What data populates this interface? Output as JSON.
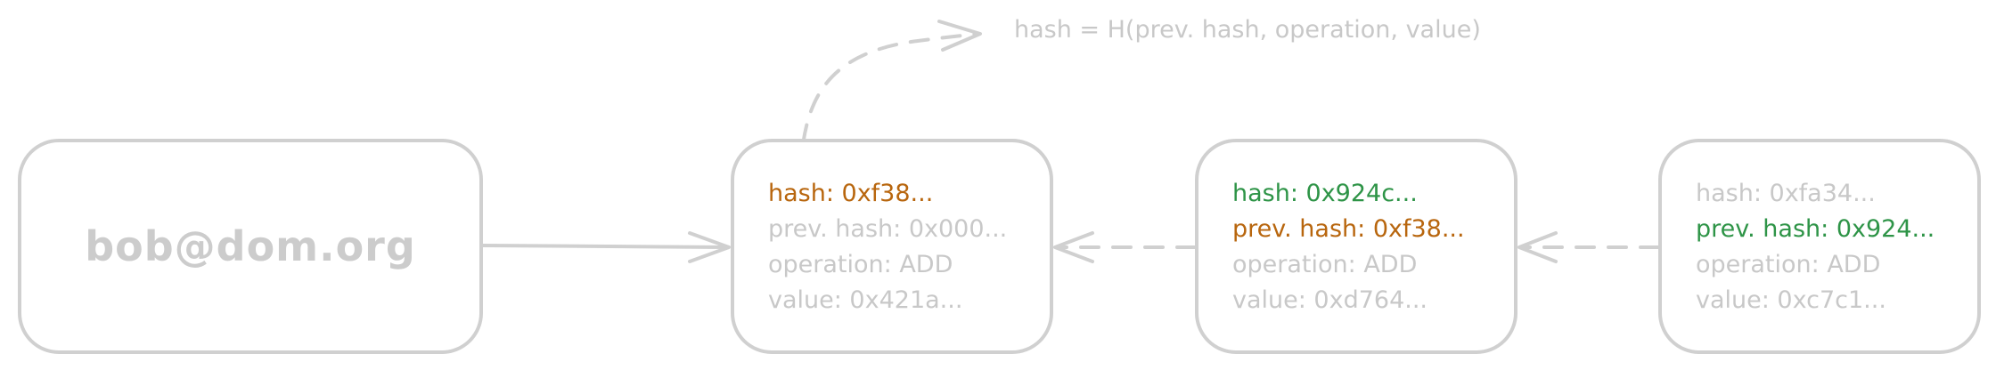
{
  "identity": {
    "label": "bob@dom.org"
  },
  "annotation": "hash = H(prev. hash, operation, value)",
  "blocks": [
    {
      "hash": "hash: 0xf38...",
      "prev_hash": "prev. hash: 0x000...",
      "operation": "operation: ADD",
      "value": "value: 0x421a..."
    },
    {
      "hash": "hash: 0x924c...",
      "prev_hash": "prev. hash: 0xf38...",
      "operation": "operation: ADD",
      "value": "value: 0xd764..."
    },
    {
      "hash": "hash: 0xfa34...",
      "prev_hash": "prev. hash: 0x924...",
      "operation": "operation: ADD",
      "value": "value: 0xc7c1..."
    }
  ],
  "colors": {
    "border": "#d0d0d0",
    "muted_text": "#c8c8c8",
    "highlight_orange": "#b8660e",
    "highlight_green": "#2e9447"
  }
}
